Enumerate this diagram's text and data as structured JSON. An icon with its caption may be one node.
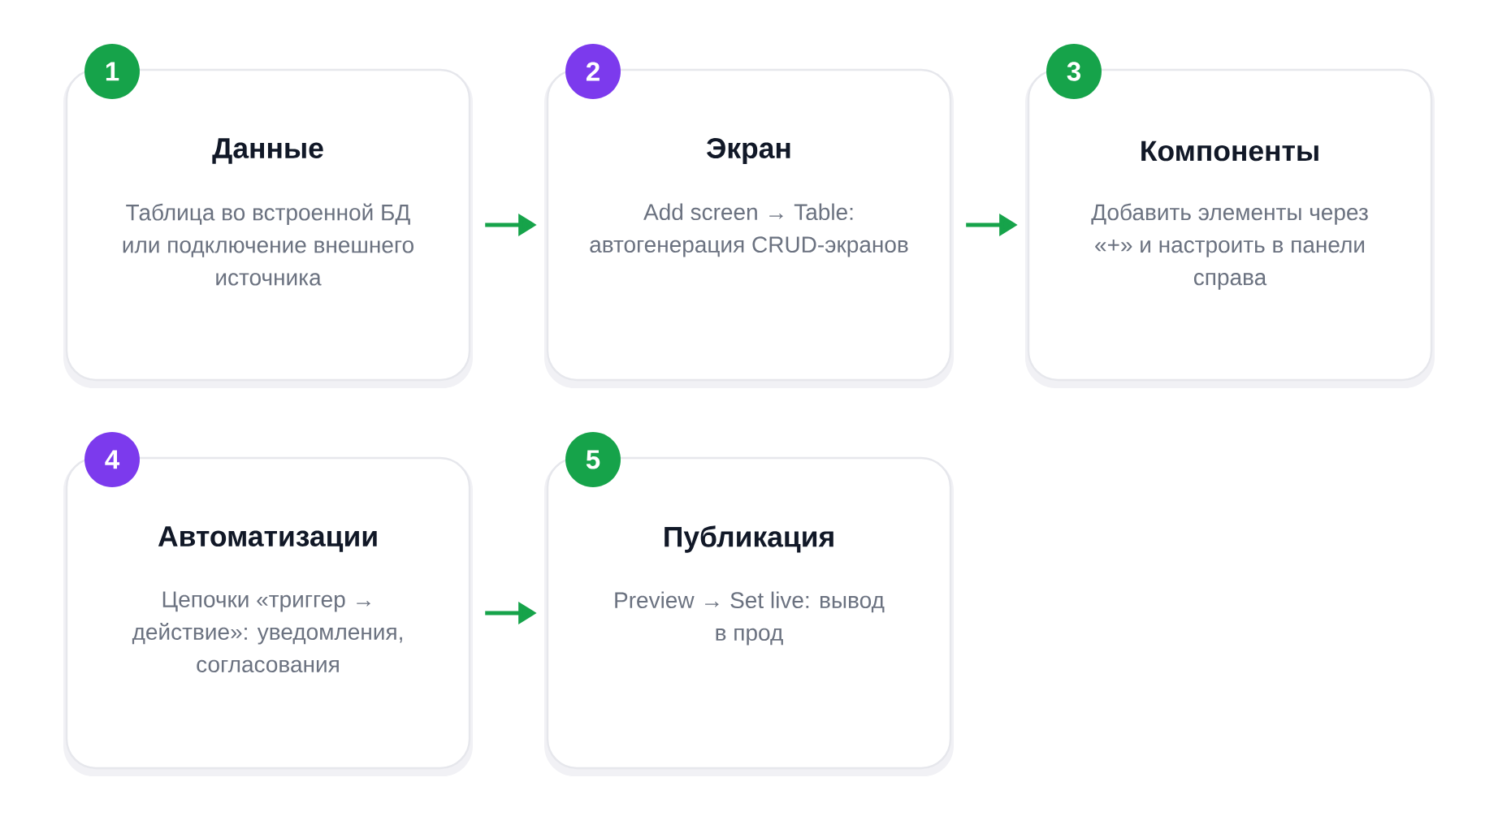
{
  "diagram": {
    "nodes": [
      {
        "text": [
          "1"
        ]
      },
      {
        "text": [
          "Данные",
          "Таблица во встроенной БД или подключение внешнего источника"
        ]
      },
      {
        "text": [
          "2"
        ]
      },
      {
        "text": [
          "Экран",
          "Add screen → Table: автогенерация CRUD-экранов"
        ]
      },
      {
        "text": [
          "3"
        ]
      },
      {
        "text": [
          "Компоненты",
          "Добавить элементы через «+» и настроить в панели справа"
        ]
      },
      {
        "text": [
          "4"
        ]
      },
      {
        "text": [
          "Автоматизации",
          "Цепочки «триггер → действие»: уведомления, согласования"
        ]
      },
      {
        "text": [
          "5"
        ]
      },
      {
        "text": [
          "Публикация",
          "Preview → Set live: вывод в прод"
        ]
      }
    ],
    "edges": [
      {
        "from": 1,
        "to": 3,
        "arrow": "to"
      },
      {
        "from": 3,
        "to": 5,
        "arrow": "to"
      },
      {
        "from": 7,
        "to": 9,
        "arrow": "to"
      }
    ]
  }
}
